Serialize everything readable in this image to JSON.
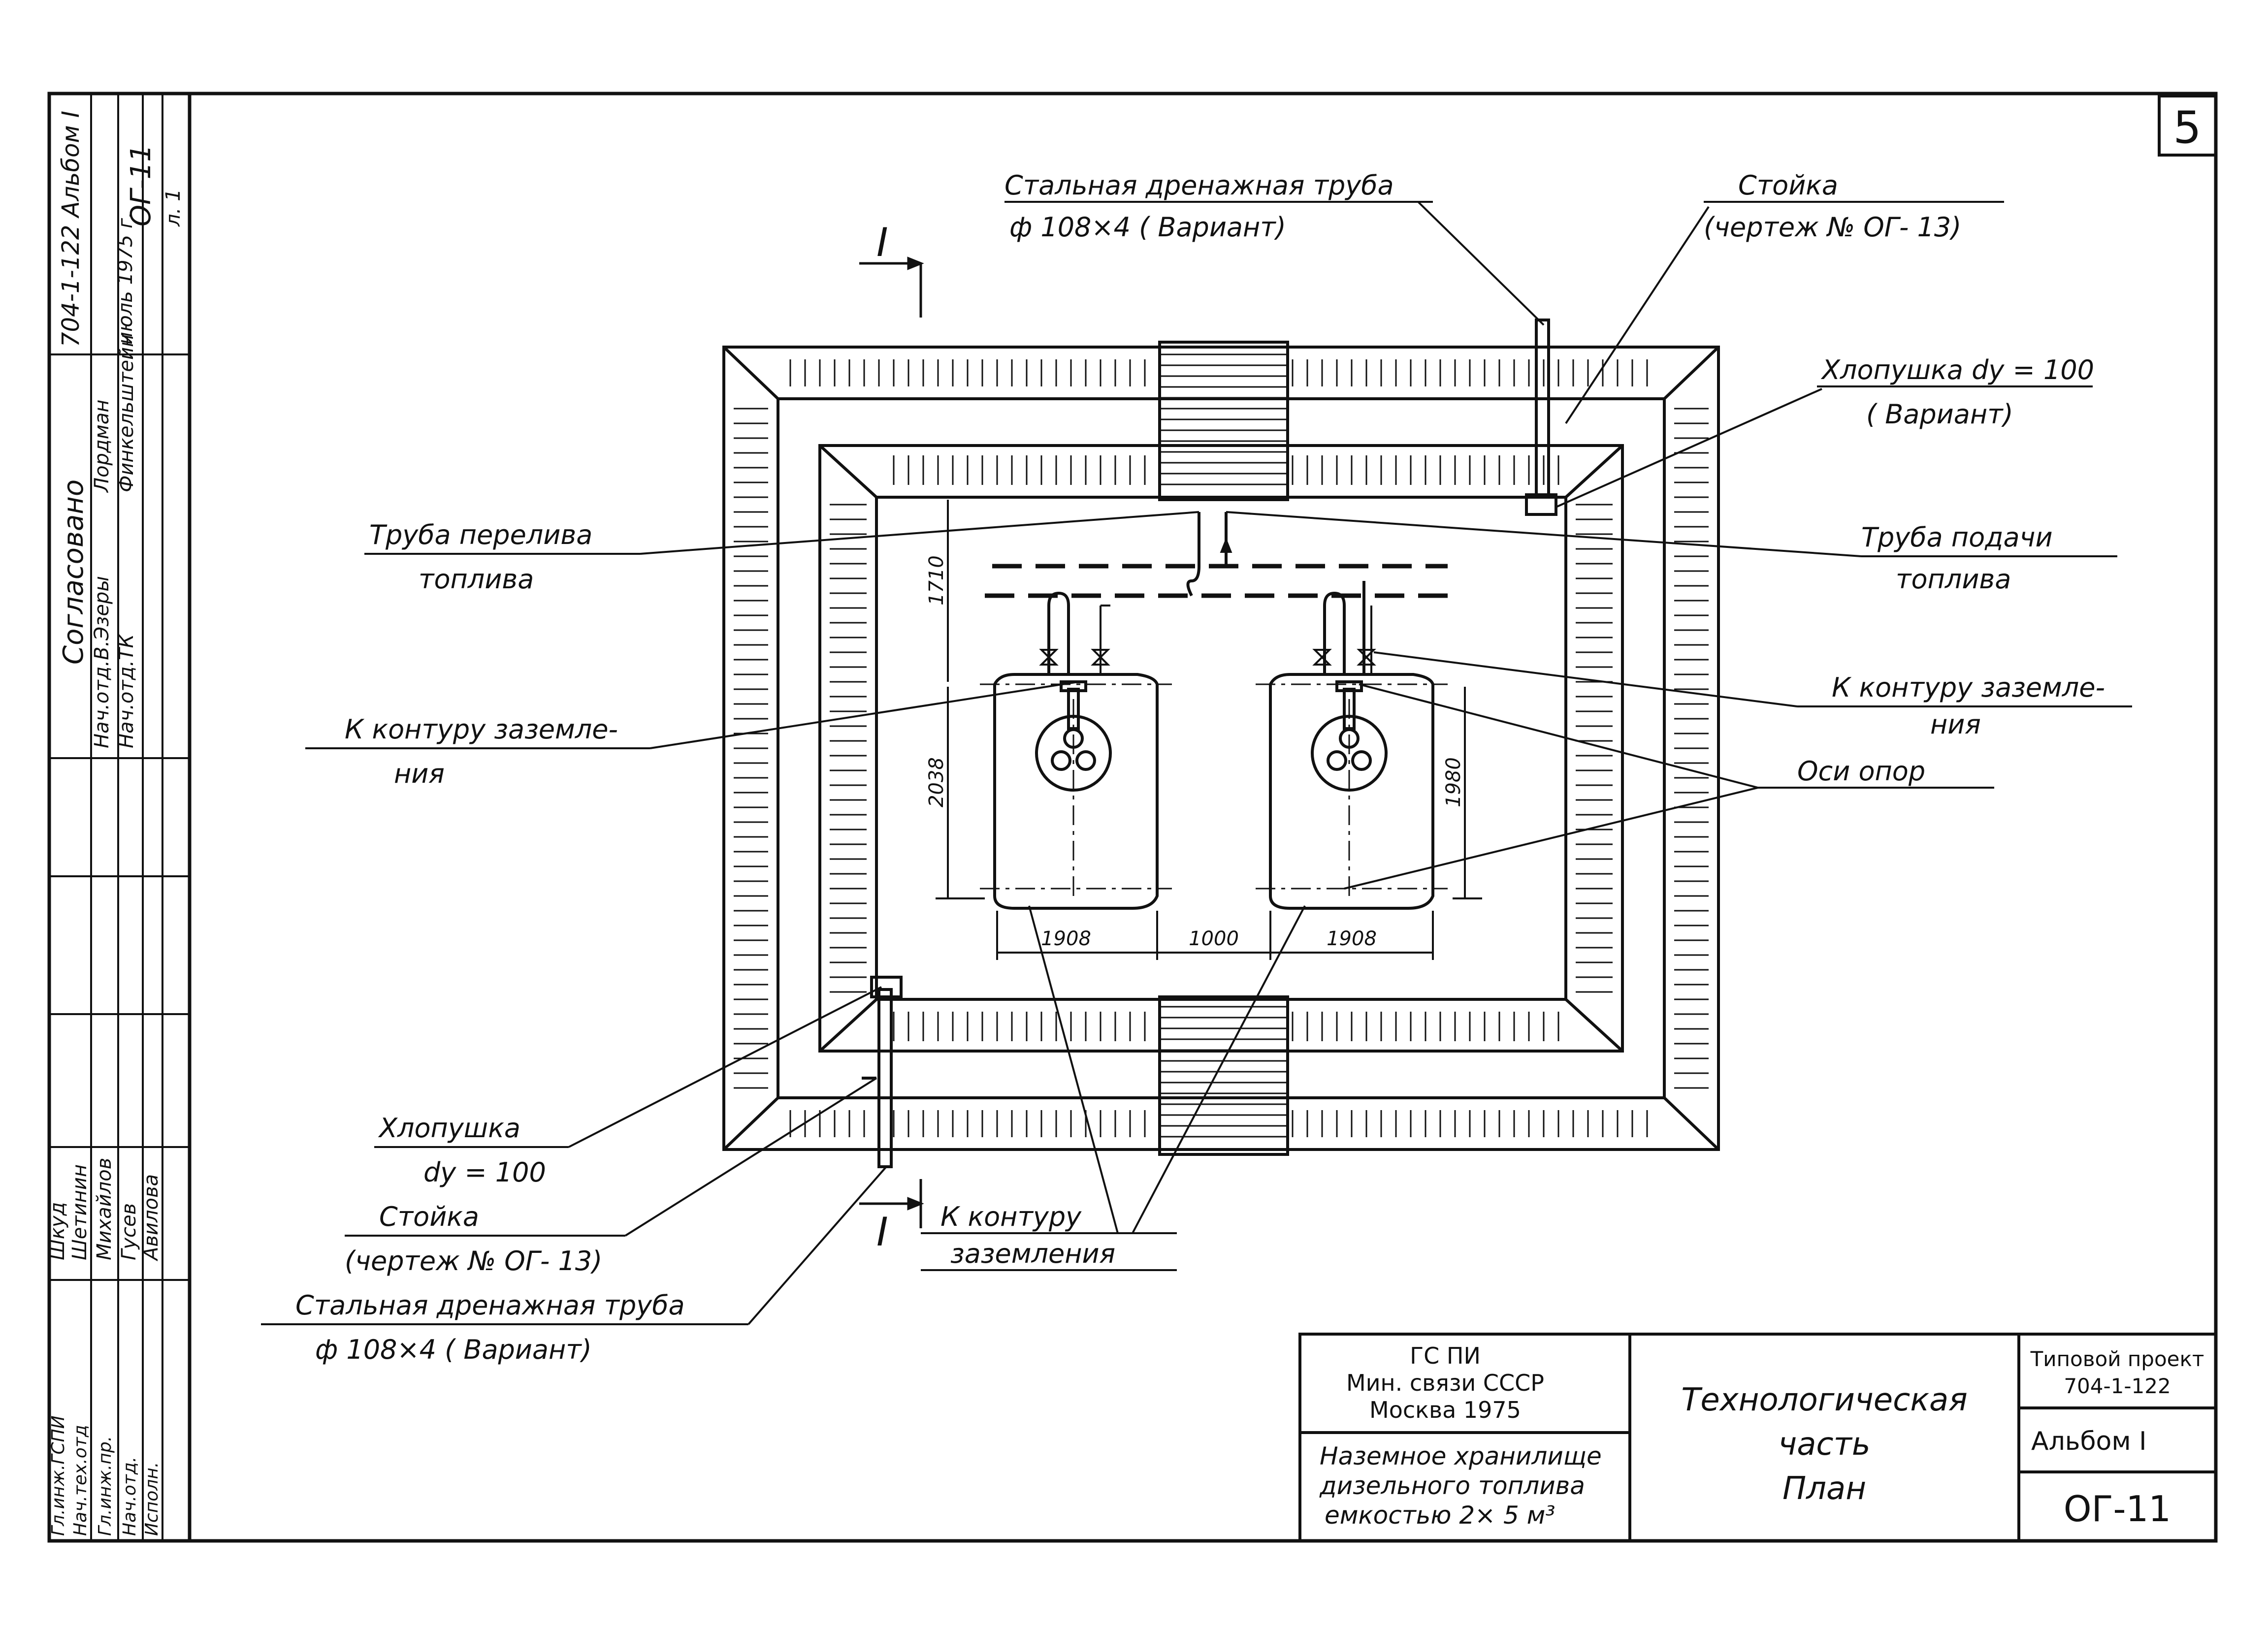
{
  "sheet_number": "5",
  "section_marks": {
    "top": "I",
    "bottom": "I"
  },
  "labels": {
    "drain_pipe_top_1": "Стальная дренажная труба",
    "drain_pipe_top_2": "ф 108×4 ( Вариант)",
    "stand_top_1": "Стойка",
    "stand_top_2": "(чертеж № ОГ- 13)",
    "flap_top_1": "Хлопушка dу = 100",
    "flap_top_2": "( Вариант)",
    "overflow_1": "Труба перелива",
    "overflow_2": "топлива",
    "supply_1": "Труба подачи",
    "supply_2": "топлива",
    "ground_left_1": "К контуру заземле-",
    "ground_left_2": "ния",
    "ground_right_1": "К контуру заземле-",
    "ground_right_2": "ния",
    "support_axes": "Оси опор",
    "flap_bottom_1": "Хлопушка",
    "flap_bottom_2": "dу = 100",
    "stand_bottom_1": "Стойка",
    "stand_bottom_2": "(чертеж № ОГ- 13)",
    "drain_pipe_bottom_1": "Стальная дренажная труба",
    "drain_pipe_bottom_2": "ф 108×4 ( Вариант)",
    "ground_bottom_1": "К контуру",
    "ground_bottom_2": "заземления"
  },
  "dimensions": {
    "d1710": "1710",
    "d2038": "2038",
    "d1980": "1980",
    "d1908a": "1908",
    "d1000": "1000",
    "d1908b": "1908"
  },
  "title_block": {
    "org_1": "ГС ПИ",
    "org_2": "Мин. связи СССР",
    "org_3": "Москва 1975",
    "object_1": "Наземное хранилище",
    "object_2": "дизельного топлива",
    "object_3": "емкостью  2× 5 м³",
    "sheet_title_1": "Технологическая",
    "sheet_title_2": "часть",
    "sheet_title_3": "План",
    "project_1": "Типовой проект",
    "project_2": "704-1-122",
    "album": "Альбом I",
    "code": "ОГ-11"
  },
  "side_strip": {
    "project_ref": "704-1-122 Альбом I",
    "code": "ОГ-11",
    "date": "июль 1975 г.",
    "sheet": "л. 1",
    "approved": "Согласовано",
    "approver_1": "Нач.отд.В.Эзеры",
    "approver_2": "Нач.отд.ТК",
    "approver_name_1": "Лордман",
    "approver_name_2": "Финкельштейн",
    "roles": [
      "Гл.инж.ГСПИ",
      "Нач.тех.отд",
      "Гл.инж.пр.",
      "Нач.отд.",
      "Исполн."
    ],
    "names": [
      "Шкуд",
      "Шетинин",
      "Михайлов",
      "Гусев",
      "Авилова"
    ]
  }
}
